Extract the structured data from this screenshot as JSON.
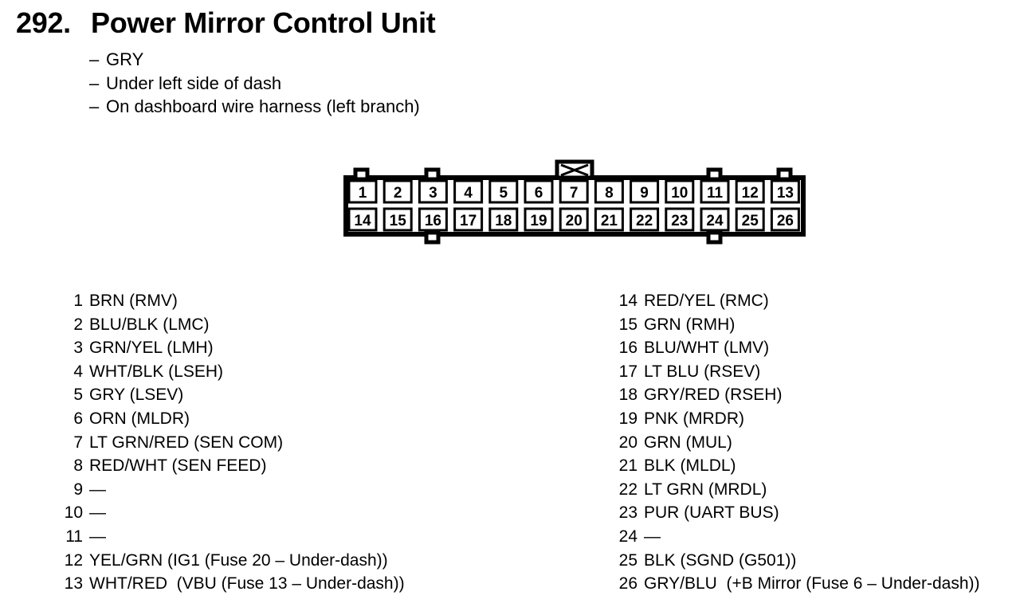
{
  "title": {
    "number": "292.",
    "text": "Power Mirror Control Unit"
  },
  "details": [
    {
      "dash": "–",
      "text": "GRY"
    },
    {
      "dash": "–",
      "text": "Under left side of dash"
    },
    {
      "dash": "–",
      "text": "On dashboard wire harness (left branch)"
    }
  ],
  "connector": {
    "top_row": [
      "1",
      "2",
      "3",
      "4",
      "5",
      "6",
      "7",
      "8",
      "9",
      "10",
      "11",
      "12",
      "13"
    ],
    "bottom_row": [
      "14",
      "15",
      "16",
      "17",
      "18",
      "19",
      "20",
      "21",
      "22",
      "23",
      "24",
      "25",
      "26"
    ]
  },
  "pins_left": [
    {
      "num": "1",
      "desc": "BRN (RMV)"
    },
    {
      "num": "2",
      "desc": "BLU/BLK (LMC)"
    },
    {
      "num": "3",
      "desc": "GRN/YEL (LMH)"
    },
    {
      "num": "4",
      "desc": "WHT/BLK (LSEH)"
    },
    {
      "num": "5",
      "desc": "GRY (LSEV)"
    },
    {
      "num": "6",
      "desc": "ORN (MLDR)"
    },
    {
      "num": "7",
      "desc": "LT GRN/RED (SEN COM)"
    },
    {
      "num": "8",
      "desc": "RED/WHT (SEN FEED)"
    },
    {
      "num": "9",
      "desc": "—"
    },
    {
      "num": "10",
      "desc": "—"
    },
    {
      "num": "11",
      "desc": "—"
    },
    {
      "num": "12",
      "desc": "YEL/GRN (IG1 (Fuse 20 – Under-dash))"
    },
    {
      "num": "13",
      "desc": "WHT/RED  (VBU (Fuse 13 – Under-dash))"
    }
  ],
  "pins_right": [
    {
      "num": "14",
      "desc": "RED/YEL (RMC)"
    },
    {
      "num": "15",
      "desc": "GRN (RMH)"
    },
    {
      "num": "16",
      "desc": "BLU/WHT (LMV)"
    },
    {
      "num": "17",
      "desc": "LT BLU (RSEV)"
    },
    {
      "num": "18",
      "desc": "GRY/RED (RSEH)"
    },
    {
      "num": "19",
      "desc": "PNK (MRDR)"
    },
    {
      "num": "20",
      "desc": "GRN (MUL)"
    },
    {
      "num": "21",
      "desc": "BLK (MLDL)"
    },
    {
      "num": "22",
      "desc": "LT GRN (MRDL)"
    },
    {
      "num": "23",
      "desc": "PUR (UART BUS)"
    },
    {
      "num": "24",
      "desc": "—"
    },
    {
      "num": "25",
      "desc": "BLK (SGND (G501))"
    },
    {
      "num": "26",
      "desc": "GRY/BLU  (+B Mirror (Fuse 6 – Under-dash))"
    }
  ]
}
